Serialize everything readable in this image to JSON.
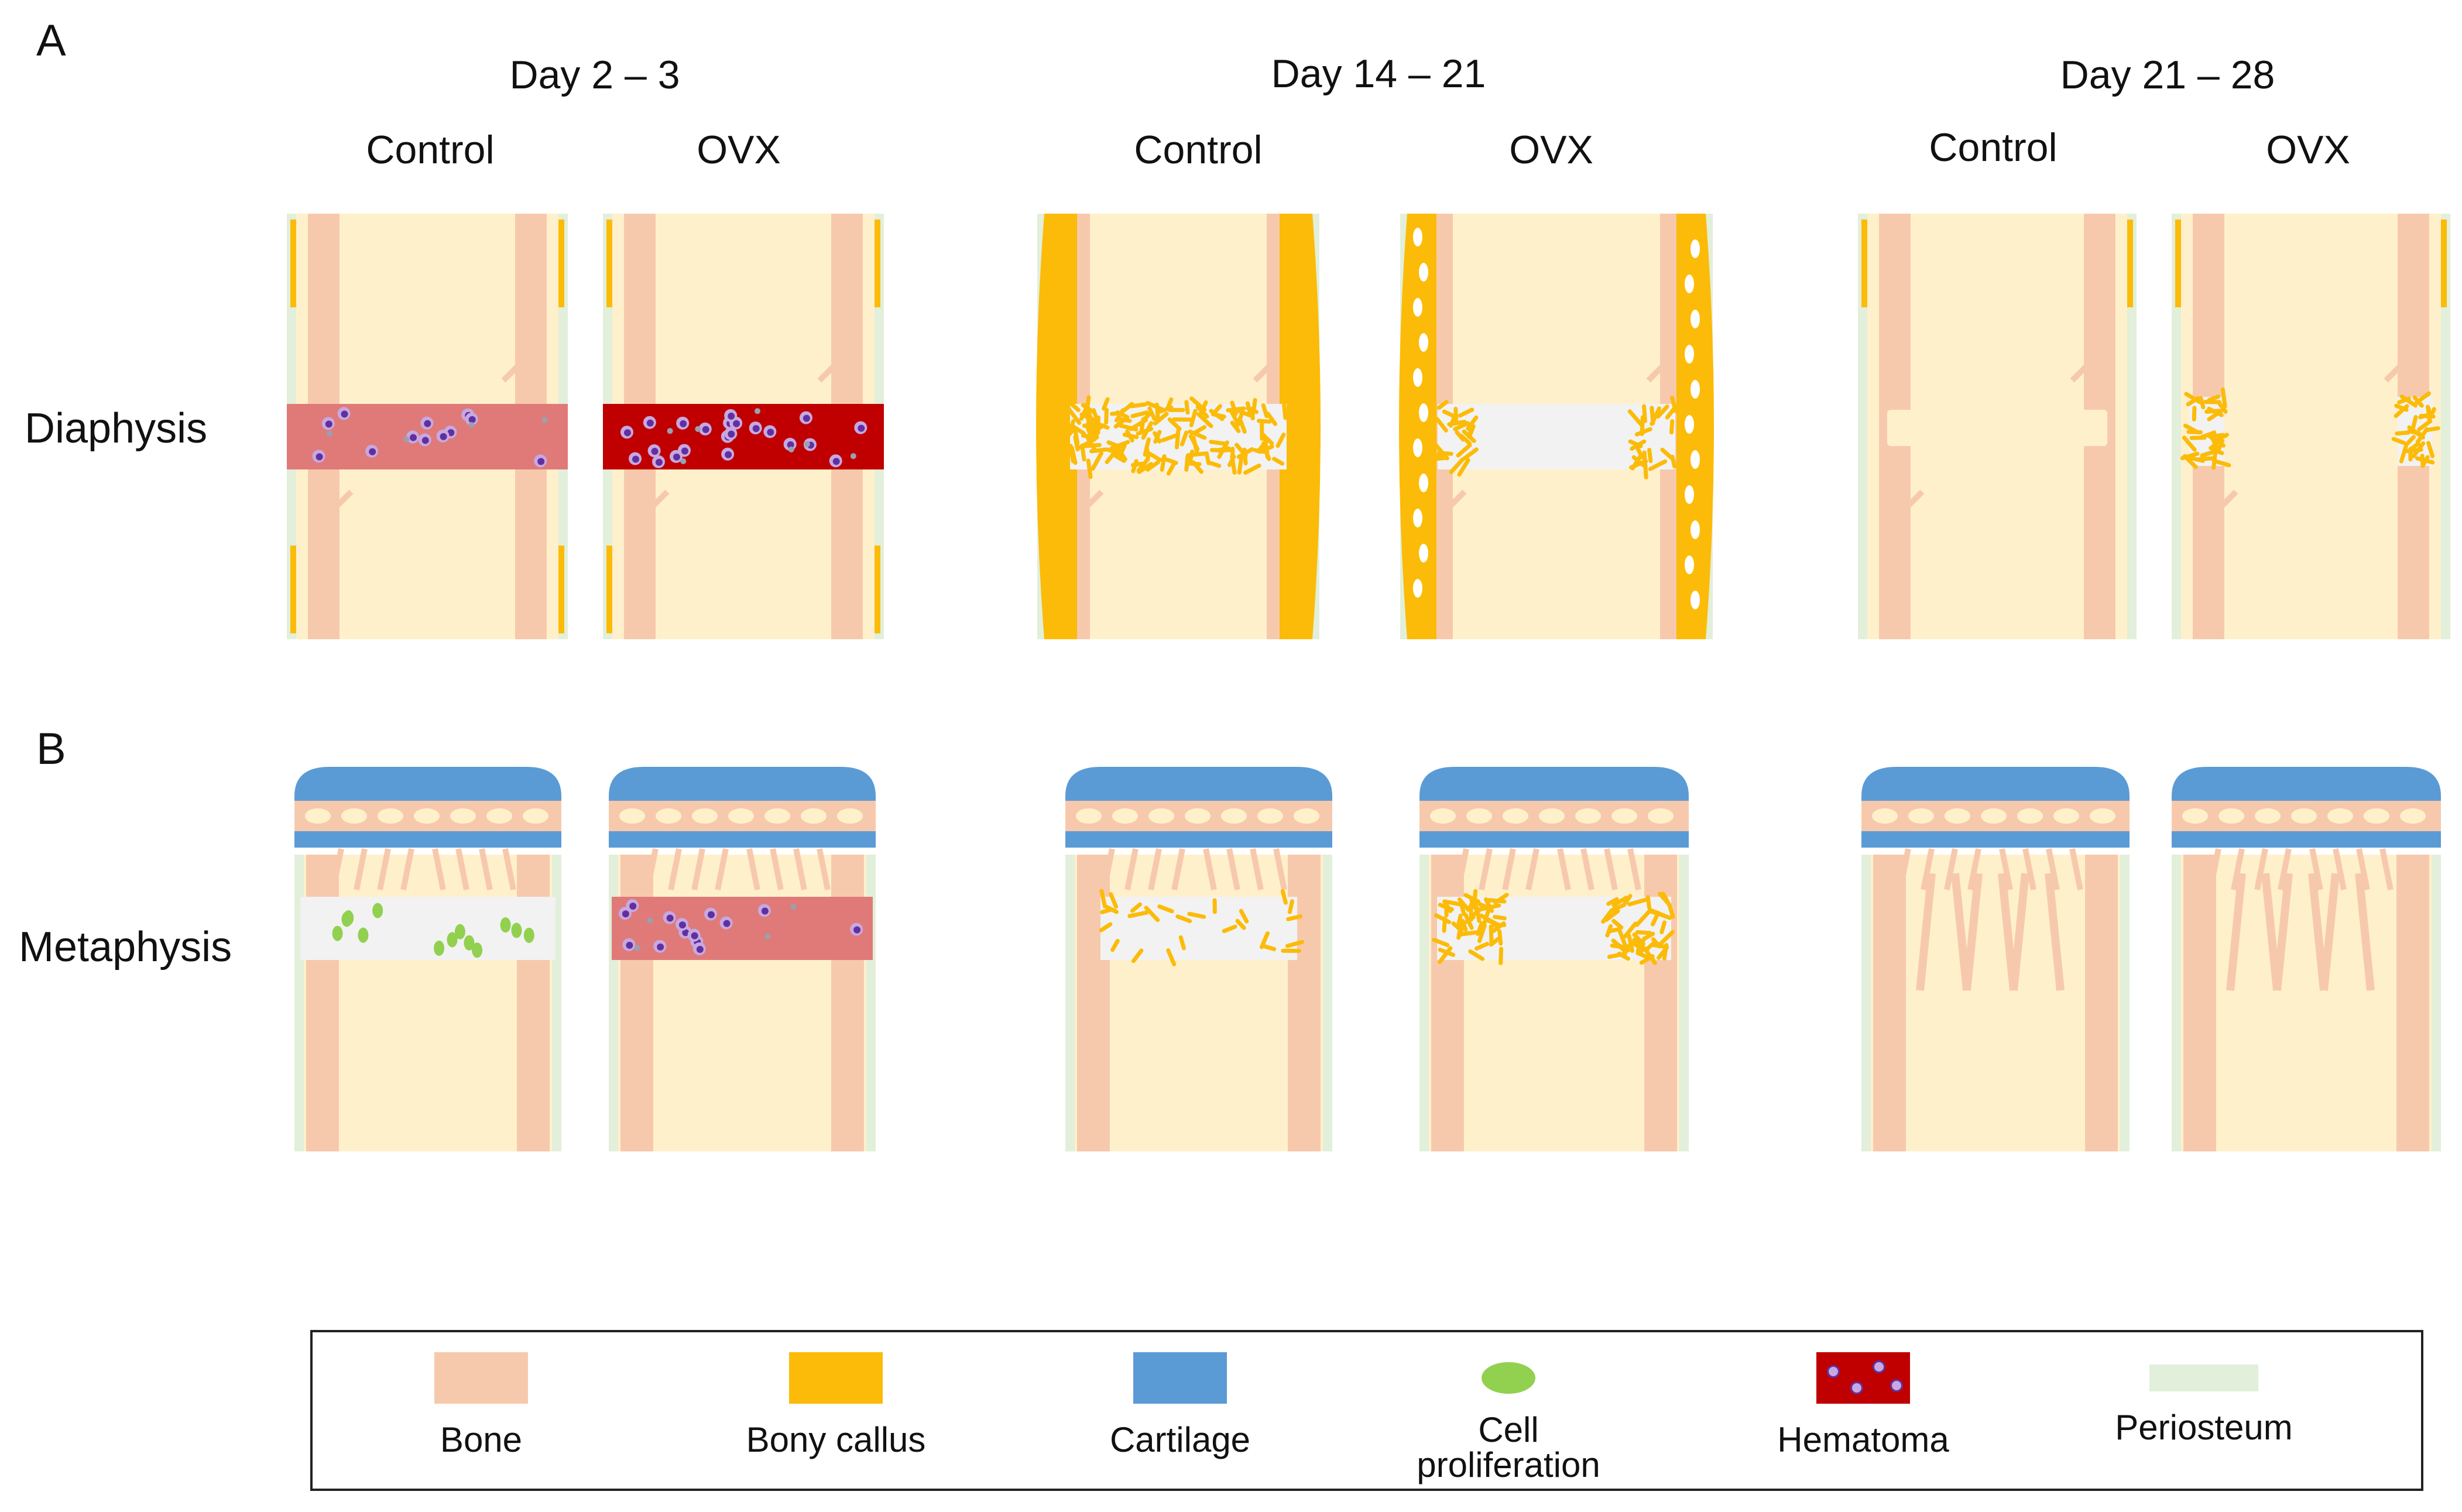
{
  "panels": {
    "a_letter": "A",
    "b_letter": "B"
  },
  "timepoints": [
    "Day 2 – 3",
    "Day 14 – 21",
    "Day 21 – 28"
  ],
  "groups": [
    "Control",
    "OVX"
  ],
  "rows": {
    "diaphysis": "Diaphysis",
    "metaphysis": "Metaphysis"
  },
  "legend": [
    {
      "key": "bone",
      "label": "Bone",
      "color": "#f7c9ac"
    },
    {
      "key": "bony-callus",
      "label": "Bony callus",
      "color": "#fbbb08"
    },
    {
      "key": "cartilage",
      "label": "Cartilage",
      "color": "#5b9bd5"
    },
    {
      "key": "cell-proliferation",
      "label": "Cell proliferation",
      "color": "#92d050"
    },
    {
      "key": "hematoma",
      "label": "Hematoma",
      "color": "#c00000"
    },
    {
      "key": "periosteum",
      "label": "Periosteum",
      "color": "#e2efda"
    }
  ],
  "colors": {
    "marrow": "#fff0cc",
    "gap": "#f2f2f2",
    "hematoma_control": "#e07a78",
    "hematoma_ovx": "#c00000",
    "cell_nucleus": "#6030a0"
  }
}
